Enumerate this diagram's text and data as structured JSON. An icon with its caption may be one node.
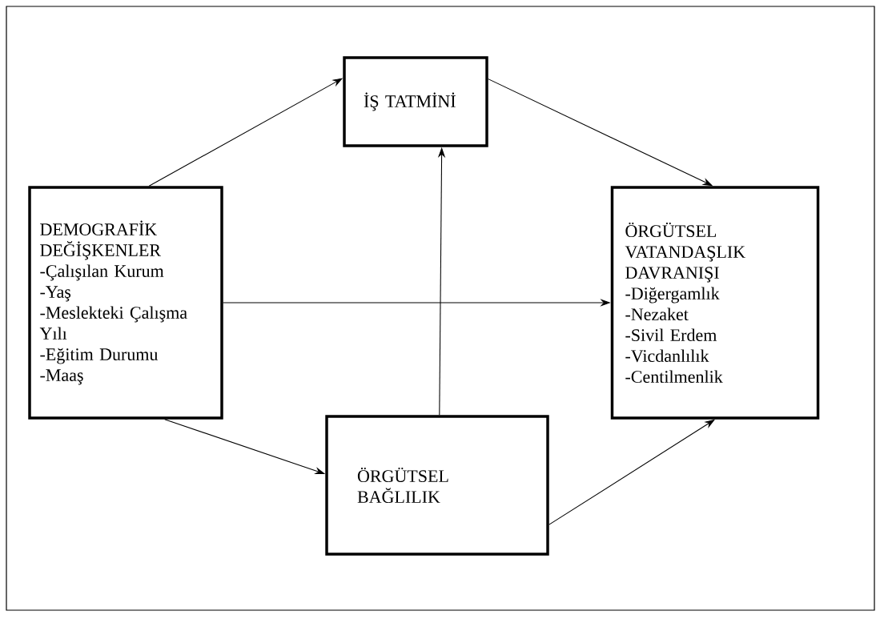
{
  "diagram": {
    "nodes": [
      {
        "text": [
          "İŞ TATMİNİ"
        ]
      },
      {
        "text": [
          "DEMOGRAFİK DEĞİŞKENLER",
          "-Çalışılan Kurum",
          "-Yaş",
          "-Meslekteki Çalışma Yılı",
          "-Eğitim Durumu",
          "-Maaş"
        ]
      },
      {
        "text": [
          "ÖRGÜTSEL VATANDAŞLIK DAVRANIŞI",
          "-Diğergamlık",
          "-Nezaket",
          "-Sivil  Erdem",
          "-Vicdanlılık",
          "-Centilmenlik"
        ]
      },
      {
        "text": [
          "ÖRGÜTSEL BAĞLILIK"
        ]
      }
    ],
    "edges": [
      {
        "from": 1,
        "to": 0,
        "arrow": "to"
      },
      {
        "from": 0,
        "to": 2,
        "arrow": "to"
      },
      {
        "from": 1,
        "to": 2,
        "arrow": "to"
      },
      {
        "from": 1,
        "to": 3,
        "arrow": "to"
      },
      {
        "from": 3,
        "to": 0,
        "arrow": "to"
      },
      {
        "from": 3,
        "to": 2,
        "arrow": "to"
      }
    ]
  }
}
